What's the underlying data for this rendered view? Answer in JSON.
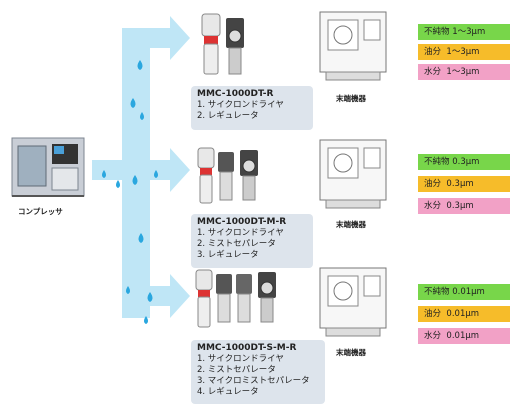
{
  "compressor": {
    "label": "コンプレッサ"
  },
  "colors": {
    "flow": "#bfe6f6",
    "drop": "#2aa7df",
    "purity": "#78d64a",
    "oil": "#f6bc2a",
    "water": "#f2a1c6",
    "box": "#dde4ec"
  },
  "units": [
    {
      "model": "MMC-1000DT-R",
      "steps": [
        "1. サイクロンドライヤ",
        "2. レギュレータ"
      ],
      "machine_label": "末端機器",
      "specs": [
        {
          "label": "不純物",
          "value": "1～3μm"
        },
        {
          "label": "油分",
          "value": "1～3μm"
        },
        {
          "label": "水分",
          "value": "1～3μm"
        }
      ]
    },
    {
      "model": "MMC-1000DT-M-R",
      "steps": [
        "1. サイクロンドライヤ",
        "2. ミストセパレータ",
        "3. レギュレータ"
      ],
      "machine_label": "末端機器",
      "specs": [
        {
          "label": "不純物",
          "value": "0.3μm"
        },
        {
          "label": "油分",
          "value": "0.3μm"
        },
        {
          "label": "水分",
          "value": "0.3μm"
        }
      ]
    },
    {
      "model": "MMC-1000DT-S-M-R",
      "steps": [
        "1. サイクロンドライヤ",
        "2. ミストセパレータ",
        "3. マイクロミストセパレータ",
        "4. レギュレータ"
      ],
      "machine_label": "末端機器",
      "specs": [
        {
          "label": "不純物",
          "value": "0.01μm"
        },
        {
          "label": "油分",
          "value": "0.01μm"
        },
        {
          "label": "水分",
          "value": "0.01μm"
        }
      ]
    }
  ]
}
